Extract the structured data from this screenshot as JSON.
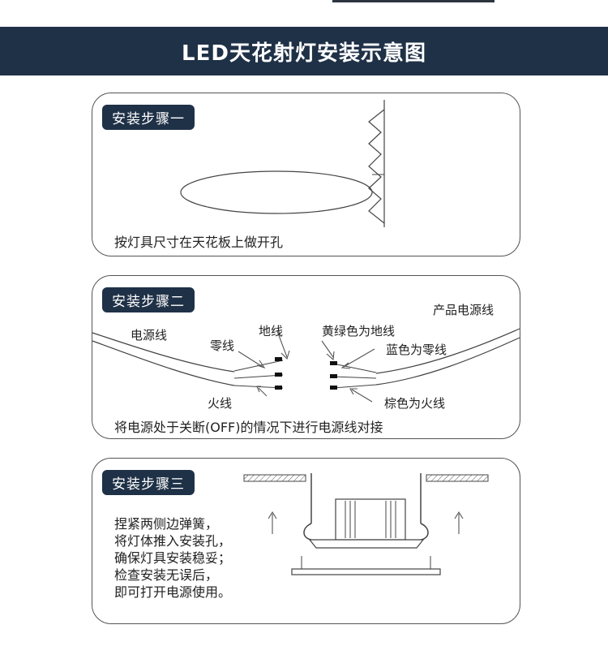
{
  "header": {
    "title": "LED天花射灯安装示意图"
  },
  "step1": {
    "tag": "安装步骤一",
    "caption": "按灯具尺寸在天花板上做开孔"
  },
  "step2": {
    "tag": "安装步骤二",
    "labels": {
      "power_line": "电源线",
      "neutral": "零线",
      "ground": "地线",
      "live": "火线",
      "product_line": "产品电源线",
      "yellow_green": "黄绿色为地线",
      "blue": "蓝色为零线",
      "brown": "棕色为火线"
    },
    "caption": "将电源处于关断(OFF)的情况下进行电源线对接"
  },
  "step3": {
    "tag": "安装步骤三",
    "instructions": [
      "捏紧两侧边弹簧，",
      "将灯体推入安装孔，",
      "确保灯具安装稳妥；",
      "检查安装无误后，",
      "即可打开电源使用。"
    ]
  }
}
